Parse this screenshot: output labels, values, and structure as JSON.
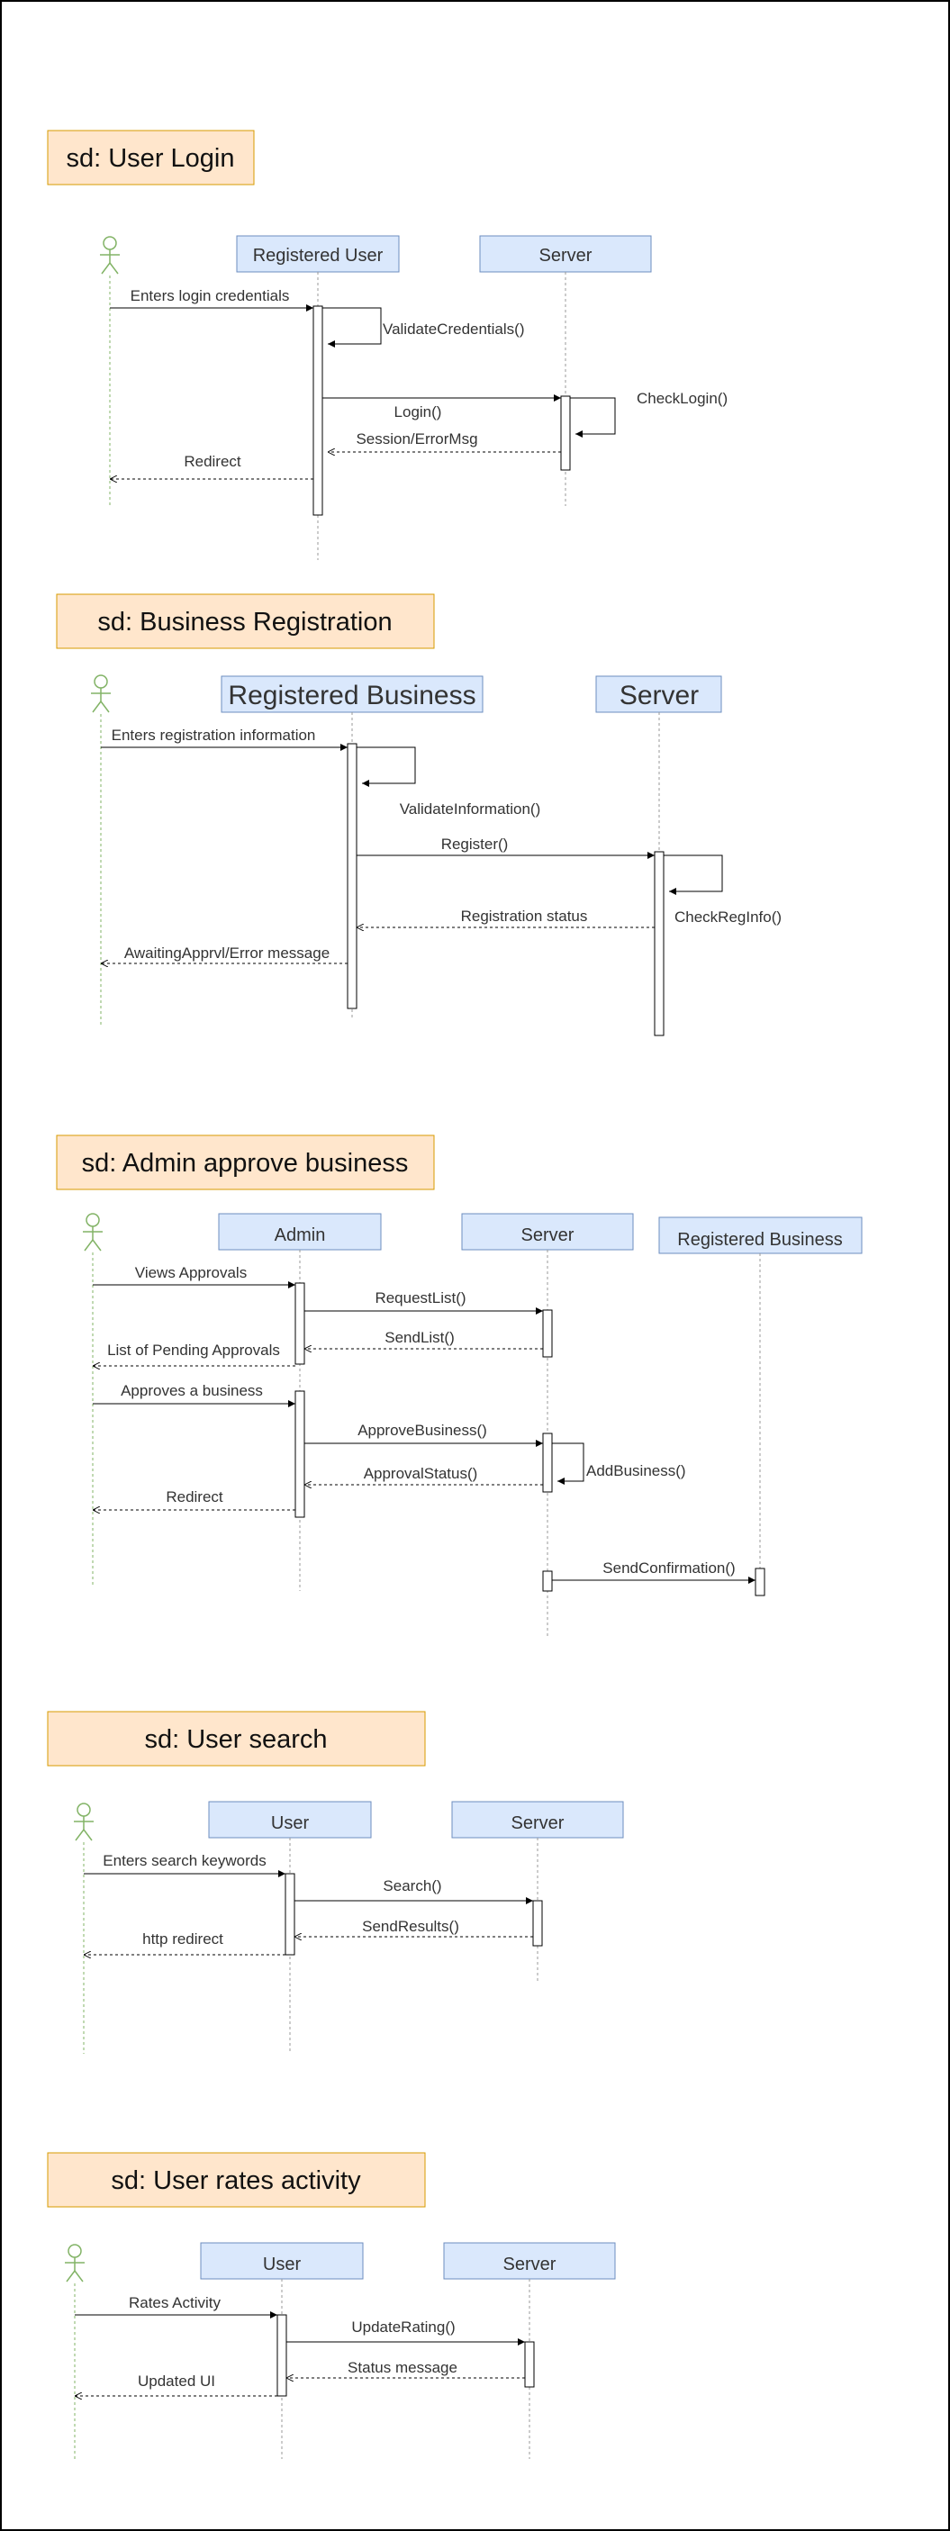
{
  "colors": {
    "frame_fill": "#ffe6cc",
    "frame_stroke": "#d79b00",
    "participant_fill": "#dae8fc",
    "participant_stroke": "#6c8ebf",
    "actor_stroke": "#82b366",
    "line": "#000000",
    "lifeline": "#999999"
  },
  "diagrams": [
    {
      "title": "sd: User Login",
      "participants": [
        "Registered User",
        "Server"
      ],
      "messages": [
        "Enters login credentials",
        "ValidateCredentials()",
        "Login()",
        "CheckLogin()",
        "Session/ErrorMsg",
        "Redirect"
      ]
    },
    {
      "title": "sd: Business Registration",
      "participants": [
        "Registered Business",
        "Server"
      ],
      "messages": [
        "Enters registration information",
        "ValidateInformation()",
        "Register()",
        "Registration status",
        "CheckRegInfo()",
        "AwaitingApprvl/Error message"
      ]
    },
    {
      "title": "sd: Admin approve business",
      "participants": [
        "Admin",
        "Server",
        "Registered Business"
      ],
      "messages": [
        "Views Approvals",
        "RequestList()",
        "SendList()",
        "List of Pending Approvals",
        "Approves a business",
        "ApproveBusiness()",
        "ApprovalStatus()",
        "AddBusiness()",
        "Redirect",
        "SendConfirmation()"
      ]
    },
    {
      "title": "sd: User search",
      "participants": [
        "User",
        "Server"
      ],
      "messages": [
        "Enters search keywords",
        "Search()",
        "SendResults()",
        "http redirect"
      ]
    },
    {
      "title": "sd: User rates activity",
      "participants": [
        "User",
        "Server"
      ],
      "messages": [
        "Rates Activity",
        "UpdateRating()",
        "Status message",
        "Updated UI"
      ]
    }
  ]
}
